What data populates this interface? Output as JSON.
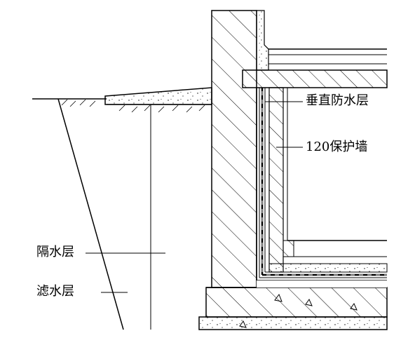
{
  "diagram": {
    "labels": {
      "vertical_waterproof_layer": "垂直防水层",
      "protective_wall": "120保护墙",
      "isolation_layer": "隔水层",
      "filter_layer": "滤水层"
    },
    "colors": {
      "line": "#000000",
      "background": "#ffffff"
    }
  }
}
